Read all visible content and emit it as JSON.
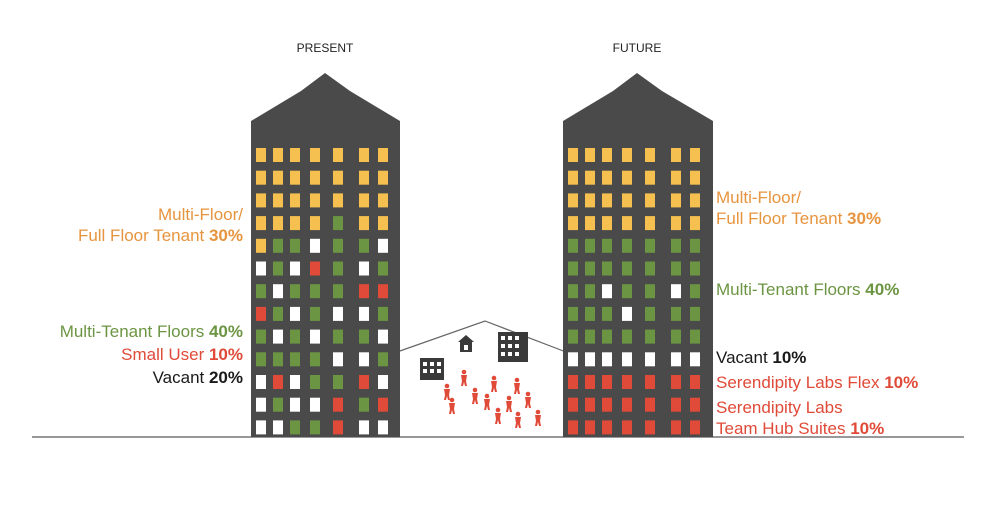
{
  "colors": {
    "building": "#4a4a4a",
    "orange": "#e7943f",
    "yellow": "#f6c050",
    "green": "#6c9543",
    "red": "#e04a38",
    "white": "#ffffff",
    "black": "#1a1a1a"
  },
  "present": {
    "heading": "PRESENT",
    "labels": [
      {
        "lines": [
          [
            "Multi-Floor/",
            ""
          ],
          [
            "Full Floor Tenant ",
            "30%"
          ]
        ],
        "color": "orange"
      },
      {
        "lines": [
          [
            "Multi-Tenant Floors ",
            "40%"
          ]
        ],
        "color": "green"
      },
      {
        "lines": [
          [
            "Small User ",
            "10%"
          ]
        ],
        "color": "red"
      },
      {
        "lines": [
          [
            "Vacant ",
            "20%"
          ]
        ],
        "color": "black"
      }
    ],
    "windows": [
      [
        "Y",
        "Y",
        "Y",
        "Y",
        "Y",
        "Y",
        "Y"
      ],
      [
        "Y",
        "Y",
        "Y",
        "Y",
        "Y",
        "Y",
        "Y"
      ],
      [
        "Y",
        "Y",
        "Y",
        "Y",
        "Y",
        "Y",
        "Y"
      ],
      [
        "Y",
        "Y",
        "Y",
        "Y",
        "G",
        "Y",
        "Y"
      ],
      [
        "Y",
        "G",
        "G",
        "W",
        "G",
        "G",
        "W"
      ],
      [
        "W",
        "G",
        "W",
        "R",
        "G",
        "W",
        "G"
      ],
      [
        "G",
        "W",
        "G",
        "G",
        "G",
        "R",
        "R"
      ],
      [
        "R",
        "G",
        "W",
        "G",
        "W",
        "W",
        "G"
      ],
      [
        "G",
        "W",
        "G",
        "W",
        "G",
        "G",
        "W"
      ],
      [
        "G",
        "G",
        "G",
        "G",
        "W",
        "W",
        "G"
      ],
      [
        "W",
        "R",
        "W",
        "G",
        "G",
        "R",
        "W"
      ],
      [
        "W",
        "G",
        "W",
        "W",
        "R",
        "G",
        "R"
      ],
      [
        "W",
        "W",
        "G",
        "G",
        "R",
        "W",
        "W"
      ]
    ]
  },
  "future": {
    "heading": "FUTURE",
    "labels": [
      {
        "lines": [
          [
            "Multi-Floor/",
            ""
          ],
          [
            "Full Floor Tenant ",
            "30%"
          ]
        ],
        "color": "orange"
      },
      {
        "lines": [
          [
            "Multi-Tenant Floors ",
            "40%"
          ]
        ],
        "color": "green"
      },
      {
        "lines": [
          [
            "Vacant ",
            "10%"
          ]
        ],
        "color": "black"
      },
      {
        "lines": [
          [
            "Serendipity Labs Flex ",
            "10%"
          ]
        ],
        "color": "red"
      },
      {
        "lines": [
          [
            "Serendipity Labs",
            ""
          ],
          [
            "Team Hub Suites ",
            "10%"
          ]
        ],
        "color": "red"
      }
    ],
    "windows": [
      [
        "Y",
        "Y",
        "Y",
        "Y",
        "Y",
        "Y",
        "Y"
      ],
      [
        "Y",
        "Y",
        "Y",
        "Y",
        "Y",
        "Y",
        "Y"
      ],
      [
        "Y",
        "Y",
        "Y",
        "Y",
        "Y",
        "Y",
        "Y"
      ],
      [
        "Y",
        "Y",
        "Y",
        "Y",
        "Y",
        "Y",
        "Y"
      ],
      [
        "G",
        "G",
        "G",
        "G",
        "G",
        "G",
        "G"
      ],
      [
        "G",
        "G",
        "G",
        "G",
        "G",
        "G",
        "G"
      ],
      [
        "G",
        "G",
        "W",
        "G",
        "G",
        "W",
        "G"
      ],
      [
        "G",
        "G",
        "G",
        "W",
        "G",
        "G",
        "G"
      ],
      [
        "G",
        "G",
        "G",
        "G",
        "G",
        "G",
        "G"
      ],
      [
        "W",
        "W",
        "W",
        "W",
        "W",
        "W",
        "W"
      ],
      [
        "R",
        "R",
        "R",
        "R",
        "R",
        "R",
        "R"
      ],
      [
        "R",
        "R",
        "R",
        "R",
        "R",
        "R",
        "R"
      ],
      [
        "R",
        "R",
        "R",
        "R",
        "R",
        "R",
        "R"
      ]
    ]
  }
}
